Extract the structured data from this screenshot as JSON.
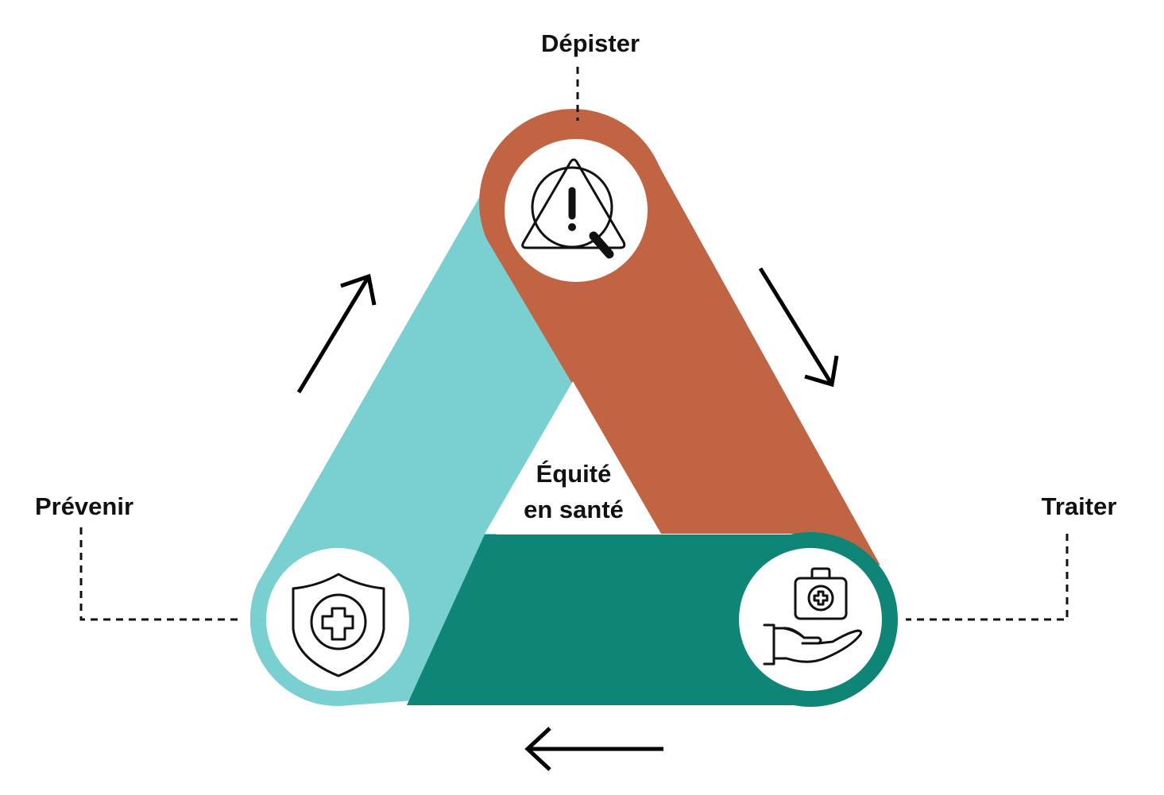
{
  "diagram": {
    "type": "cycle",
    "center_label": {
      "line1": "Équité",
      "line2": "en santé"
    },
    "stages": [
      {
        "id": "depister",
        "label": "Dépister",
        "icon": "magnifier-warning-icon",
        "color": "#C16443"
      },
      {
        "id": "traiter",
        "label": "Traiter",
        "icon": "hand-medical-kit-icon",
        "color": "#0E8577"
      },
      {
        "id": "prevenir",
        "label": "Prévenir",
        "icon": "shield-cross-icon",
        "color": "#7ACFD1"
      }
    ],
    "flow_direction": [
      "Prévenir",
      "Dépister",
      "Traiter",
      "Prévenir"
    ],
    "colors": {
      "depister_band": "#C16443",
      "traiter_band": "#0E8577",
      "prevenir_band": "#7ACFD1",
      "icon_background": "#FFFFFF",
      "text": "#111111"
    }
  }
}
